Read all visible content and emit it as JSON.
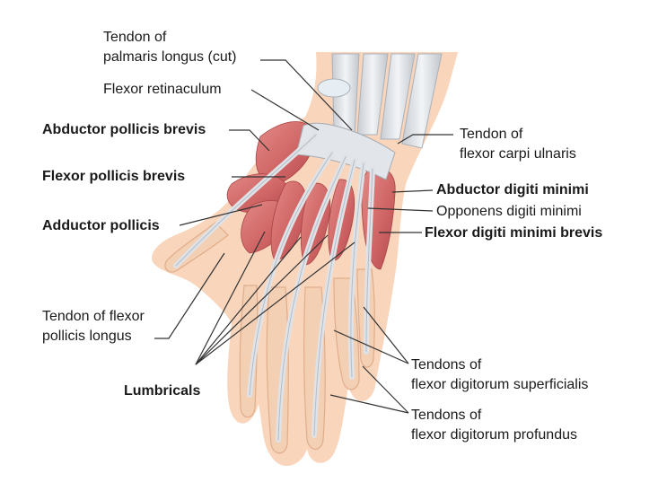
{
  "labels": {
    "palmaris_line1": "Tendon of",
    "palmaris_line2": "palmaris longus (cut)",
    "flexor_retinaculum": "Flexor retinaculum",
    "abductor_pollicis_brevis": "Abductor pollicis brevis",
    "flexor_pollicis_brevis": "Flexor pollicis brevis",
    "adductor_pollicis": "Adductor pollicis",
    "fpl_line1": "Tendon of flexor",
    "fpl_line2": "pollicis longus",
    "lumbricals": "Lumbricals",
    "fcu_line1": "Tendon of",
    "fcu_line2": "flexor carpi ulnaris",
    "abductor_digiti_minimi": "Abductor digiti minimi",
    "opponens_digiti_minimi": "Opponens digiti minimi",
    "flexor_digiti_minimi_brevis": "Flexor digiti minimi brevis",
    "fds_line1": "Tendons of",
    "fds_line2": "flexor digitorum superficialis",
    "fdp_line1": "Tendons of",
    "fdp_line2": "flexor digitorum profundus"
  },
  "colors": {
    "skin": "#f9d2b7",
    "bone": "#f3d4bb",
    "bone_edge": "#e6b595",
    "muscle": "#d66c6c",
    "muscle_dark": "#b94c4e",
    "tendon": "#e4e7ea",
    "tendon_edge": "#a9b0b8",
    "leader": "#333333"
  }
}
